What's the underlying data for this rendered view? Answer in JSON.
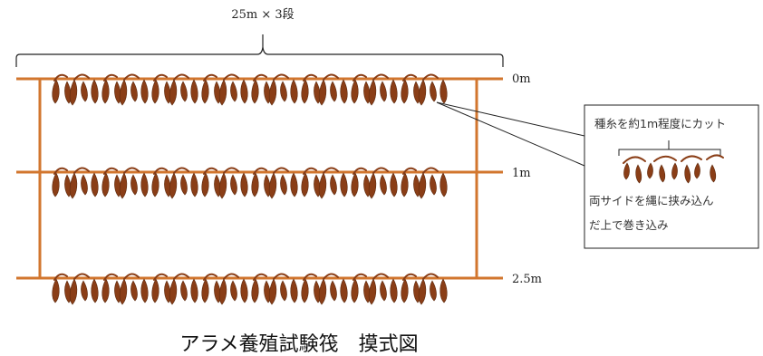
{
  "diagram": {
    "top_label": "25m × 3段",
    "depth_labels": [
      "0m",
      "1m",
      "2.5m"
    ],
    "callout": {
      "title": "種糸を約1m程度にカット",
      "line1": "両サイドを縄に挟み込ん",
      "line2": "だ上で巻き込み"
    },
    "caption": "アラメ養殖試験筏　摸式図",
    "colors": {
      "rope": "#d2762e",
      "seaweed": "#8a3e17",
      "seaweed_dark": "#5e2a0e",
      "outline": "#222222"
    }
  }
}
